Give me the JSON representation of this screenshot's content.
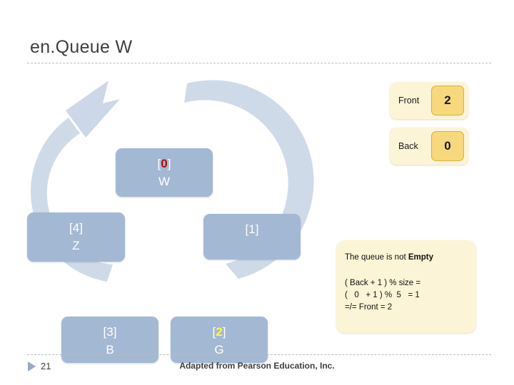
{
  "slide": {
    "title": "en.Queue W",
    "page_number": "21",
    "credit": "Adapted from Pearson Education, Inc.",
    "footer_marker_icon": "triangle-right-icon"
  },
  "queue_diagram": {
    "type": "circular-queue",
    "arrow_icon": "circular-arrow-icon",
    "nodes": [
      {
        "index": "[0]",
        "index_digit": "0",
        "value": "W",
        "highlight": "red",
        "highlight_color": "#c00000"
      },
      {
        "index": "[1]",
        "index_digit": "1",
        "value": "",
        "highlight": "none",
        "highlight_color": ""
      },
      {
        "index": "[2]",
        "index_digit": "2",
        "value": "G",
        "highlight": "yellow",
        "highlight_color": "#ffff33"
      },
      {
        "index": "[3]",
        "index_digit": "3",
        "value": "B",
        "highlight": "none",
        "highlight_color": ""
      },
      {
        "index": "[4]",
        "index_digit": "4",
        "value": "Z",
        "highlight": "none",
        "highlight_color": ""
      }
    ],
    "node_fill": "#a3b8d3",
    "node_text_color": "#ffffff",
    "arc_color": "#ccd8e8"
  },
  "pointers": {
    "front": {
      "label": "Front",
      "value": "2"
    },
    "back": {
      "label": "Back",
      "value": "0"
    }
  },
  "note": {
    "status_prefix": "The queue is not ",
    "status_emphasis": "Empty",
    "calc_line_1": "( Back + 1 ) % size =",
    "calc_line_2": "(   0   + 1 ) %  5   = 1",
    "calc_line_3": "=/= Front = 2"
  },
  "colors": {
    "node_blue": "#a3b8d3",
    "arc_blue": "#ccd8e8",
    "note_yellow": "#fcf4d6",
    "value_yellow": "#f7d87c",
    "title_gray": "#3f3f3f"
  }
}
